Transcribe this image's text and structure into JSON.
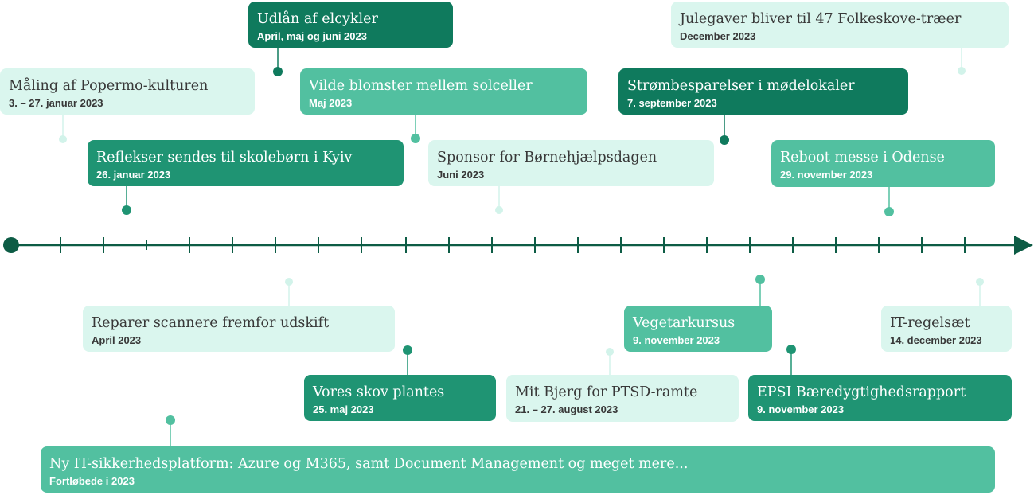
{
  "colors": {
    "axis": "#0d5c45",
    "dark": "#0f7a5d",
    "mid": "#1f9473",
    "light": "#52c0a0",
    "pale": "#daf6ee",
    "pale_dot": "#d2f3ea"
  },
  "events": [
    {
      "id": "udlaan",
      "title": "Udlån af elcykler",
      "date": "April, maj og juni 2023",
      "tone": "dark"
    },
    {
      "id": "julegaver",
      "title": "Julegaver bliver til 47 Folkeskove-træer",
      "date": "December 2023",
      "tone": "pale"
    },
    {
      "id": "maaling",
      "title": "Måling af Popermo-kulturen",
      "date": "3. – 27. januar 2023",
      "tone": "pale"
    },
    {
      "id": "vilde",
      "title": "Vilde blomster mellem solceller",
      "date": "Maj 2023",
      "tone": "light"
    },
    {
      "id": "stroem",
      "title": "Strømbesparelser i mødelokaler",
      "date": "7. september 2023",
      "tone": "dark"
    },
    {
      "id": "reflekser",
      "title": "Reflekser sendes til skolebørn i Kyiv",
      "date": "26. januar 2023",
      "tone": "mid"
    },
    {
      "id": "sponsor",
      "title": "Sponsor for Børnehjælpsdagen",
      "date": "Juni 2023",
      "tone": "pale"
    },
    {
      "id": "reboot",
      "title": "Reboot messe i Odense",
      "date": "29. november 2023",
      "tone": "light"
    },
    {
      "id": "reparer",
      "title": "Reparer scannere fremfor udskift",
      "date": "April 2023",
      "tone": "pale"
    },
    {
      "id": "vegetar",
      "title": "Vegetarkursus",
      "date": "9. november 2023",
      "tone": "light"
    },
    {
      "id": "itregel",
      "title": "IT-regelsæt",
      "date": "14. december 2023",
      "tone": "pale"
    },
    {
      "id": "skov",
      "title": "Vores skov plantes",
      "date": "25. maj 2023",
      "tone": "mid"
    },
    {
      "id": "bjerg",
      "title": "Mit Bjerg for PTSD-ramte",
      "date": "21. – 27. august 2023",
      "tone": "pale"
    },
    {
      "id": "epsi",
      "title": "EPSI Bæredygtighedsrapport",
      "date": "9. november 2023",
      "tone": "mid"
    },
    {
      "id": "itplatform",
      "title": "Ny IT-sikkerhedsplatform: Azure og M365, samt Document Management og meget mere...",
      "date": "Fortløbede i 2023",
      "tone": "light"
    }
  ]
}
